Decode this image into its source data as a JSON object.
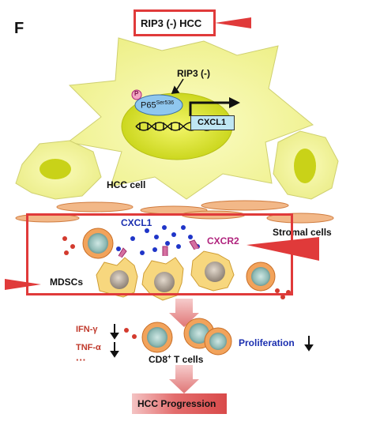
{
  "panel_letter": "F",
  "title": "RIP3 (-) HCC",
  "nucleus": {
    "rip3_label": "RIP3 (-)",
    "p65_base": "P65",
    "p65_sup": "Ser536",
    "phospho_badge": "P",
    "gene_label": "CXCL1"
  },
  "labels": {
    "hcc_cell": "HCC cell",
    "stromal_cells": "Stromal cells",
    "cxcl1_secreted": "CXCL1",
    "cxcr2": "CXCR2",
    "mdscs": "MDSCs",
    "ifn": "IFN-γ",
    "tnf": "TNF-α",
    "ellipsis": "···",
    "cd8_base": "CD8",
    "cd8_sup": "+",
    "cd8_rest": " T cells",
    "proliferation": "Proliferation",
    "progression": "HCC Progression"
  },
  "colors": {
    "highlight_red": "#e03a3a",
    "cytokine_red": "#c0392b",
    "chemokine_blue": "#1b2fb0",
    "receptor_magenta": "#b0237d",
    "hcc_yellow": "#f4f59a",
    "nucleus_yellow": "#d8e51f"
  }
}
